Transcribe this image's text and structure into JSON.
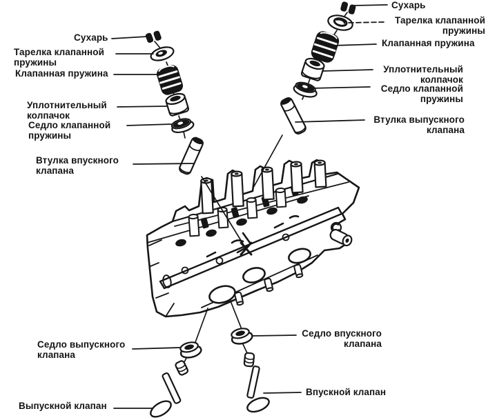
{
  "colors": {
    "background": "#ffffff",
    "ink": "#161616"
  },
  "labels": {
    "left_keeper": {
      "line1": "Сухарь"
    },
    "left_retainer": {
      "line1": "Тарелка клапанной",
      "line2": "пружины"
    },
    "left_spring": {
      "line1": "Клапанная пружина"
    },
    "left_seal_cap": {
      "line1": "Уплотнительный",
      "line2": "колпачок"
    },
    "left_spring_seat": {
      "line1": "Седло клапанной",
      "line2": "пружины"
    },
    "left_guide": {
      "line1": "Втулка впускного",
      "line2": "клапана"
    },
    "right_keeper": {
      "line1": "Сухарь"
    },
    "right_retainer": {
      "line1": "Тарелка клапанной",
      "line2": "пружины"
    },
    "right_spring": {
      "line1": "Клапанная пружина"
    },
    "right_seal_cap": {
      "line1": "Уплотнительный",
      "line2": "колпачок"
    },
    "right_spring_seat": {
      "line1": "Седло клапанной",
      "line2": "пружины"
    },
    "right_guide": {
      "line1": "Втулка выпускного",
      "line2": "клапана"
    },
    "exhaust_seat": {
      "line1": "Седло выпускного",
      "line2": "клапана"
    },
    "exhaust_valve": {
      "line1": "Выпускной клапан"
    },
    "intake_seat": {
      "line1": "Седло впускного",
      "line2": "клапана"
    },
    "intake_valve": {
      "line1": "Впускной клапан"
    }
  }
}
